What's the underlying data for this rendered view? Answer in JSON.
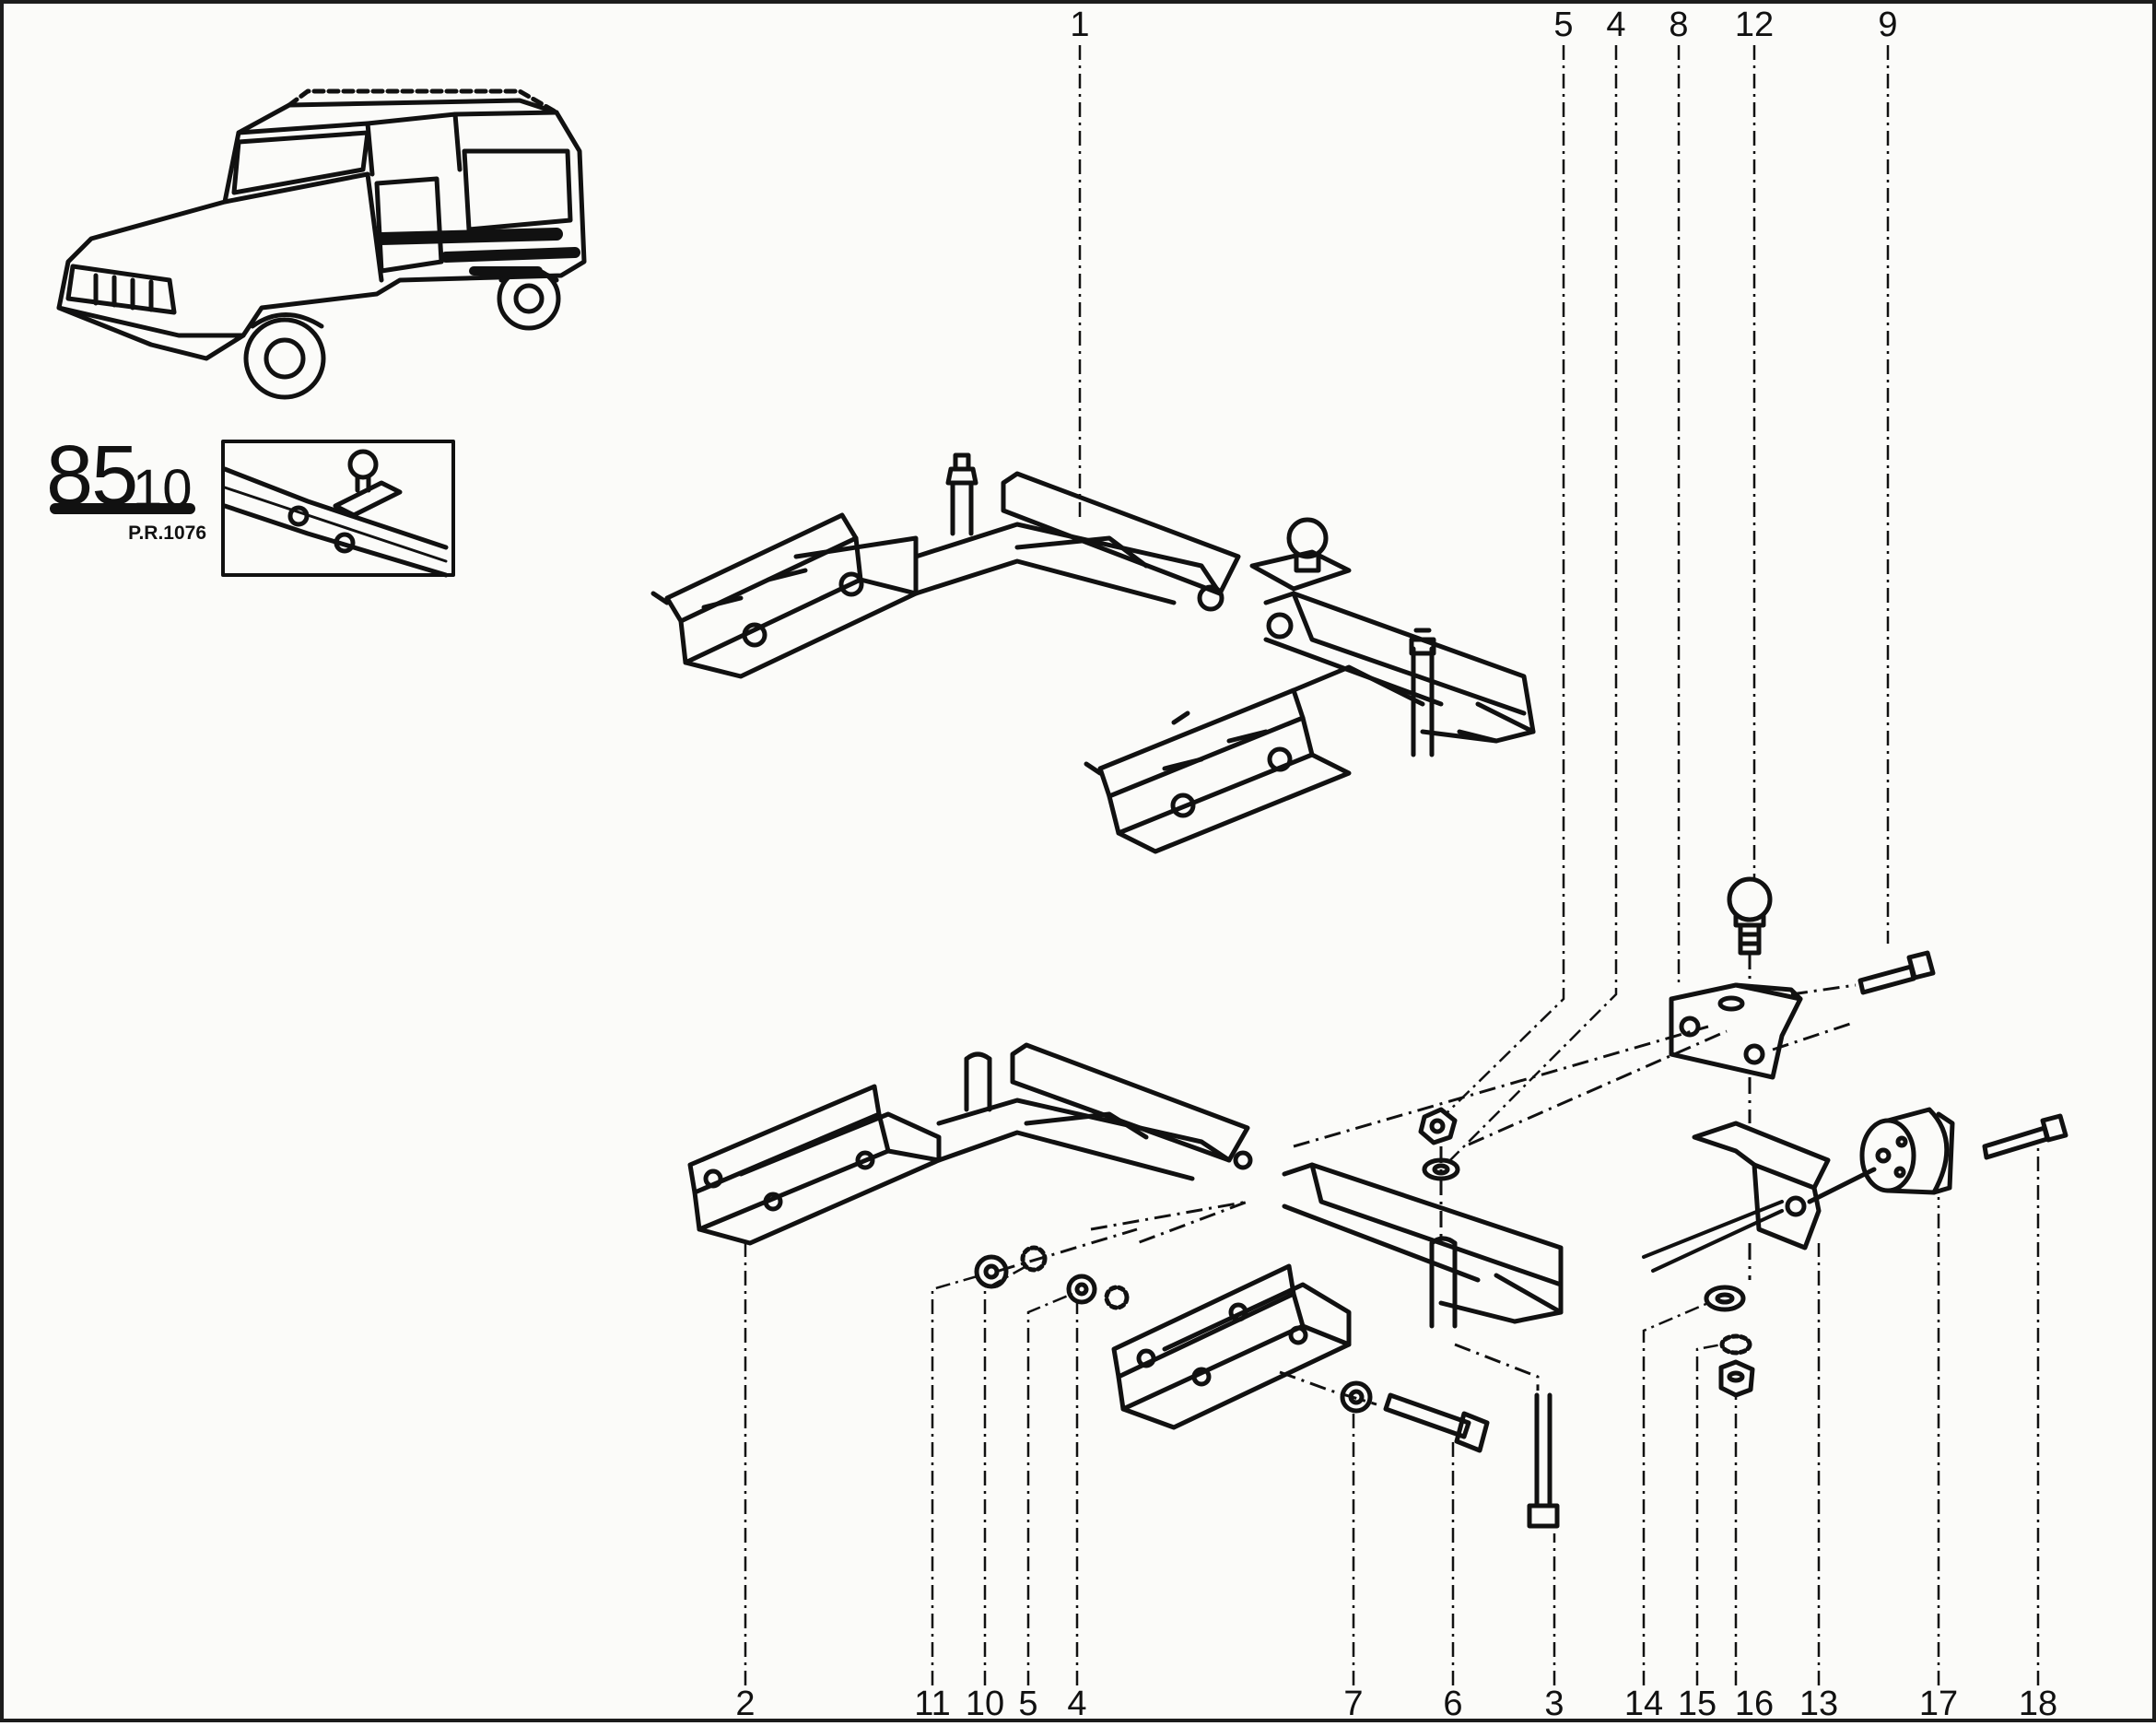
{
  "page_code": {
    "major": "85",
    "minor": "10",
    "reference": "P.R.1076"
  },
  "callouts_top": [
    "1",
    "5",
    "4",
    "8",
    "12",
    "9"
  ],
  "callouts_bottom": [
    "2",
    "11",
    "10",
    "5",
    "4",
    "7",
    "6",
    "3",
    "14",
    "15",
    "16",
    "13",
    "17",
    "18"
  ],
  "colors": {
    "ink": "#111111",
    "paper": "#fbfbf9"
  },
  "icons": {
    "vehicle": "vehicle-illustration-icon",
    "tow-ball": "tow-ball-icon",
    "bolt": "bolt-icon",
    "washer": "washer-icon",
    "nut": "nut-icon",
    "socket": "electrical-socket-icon"
  }
}
